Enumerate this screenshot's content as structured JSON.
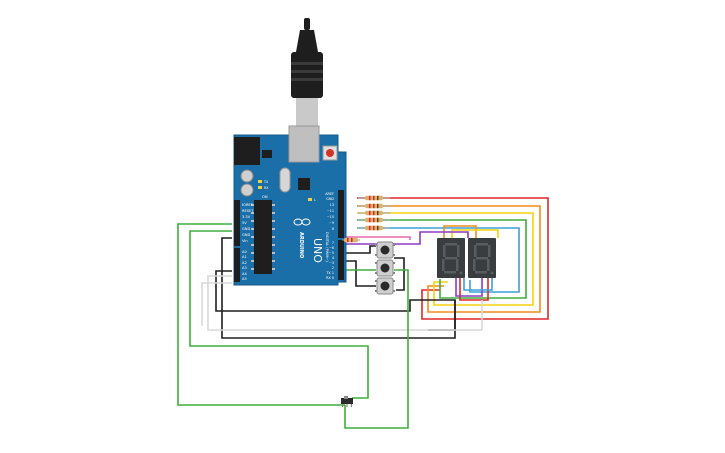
{
  "board": {
    "brand": "ARDUINO",
    "model": "UNO",
    "digital_header": "DIGITAL (PWM~)",
    "on_label": "ON",
    "tx_label": "TX",
    "rx_label": "RX",
    "l_label": "L",
    "power_pins": [
      "IOREF",
      "RESET",
      "3.3V",
      "5V",
      "GND",
      "GND",
      "Vin"
    ],
    "analog_pins": [
      "A0",
      "A1",
      "A2",
      "A3",
      "A4",
      "A5"
    ],
    "digital_pins": [
      "AREF",
      "GND",
      "13",
      "~11",
      "~10",
      "~9",
      "8",
      "7",
      "~6",
      "~5",
      "4",
      "~3",
      "2",
      "TX 1",
      "RX 0"
    ]
  },
  "components": {
    "display_1": "seven-segment-display",
    "display_2": "seven-segment-display",
    "buttons": [
      "pushbutton-1",
      "pushbutton-2",
      "pushbutton-3"
    ],
    "switch": "slide-switch"
  },
  "colors": {
    "board": "#1b6fa8",
    "board_edge": "#155a8a",
    "display_body": "#3a3d40",
    "segment_off": "#5a5d60",
    "wire_red": "#e0262a",
    "wire_orange": "#f28c1b",
    "wire_yellow": "#f5d20e",
    "wire_green": "#3fae3a",
    "wire_blue": "#3aa0d9",
    "wire_purple": "#8e3ac7",
    "wire_black": "#1e1e1e",
    "wire_white": "#d8d8d8",
    "wire_pink": "#e86aa8"
  }
}
